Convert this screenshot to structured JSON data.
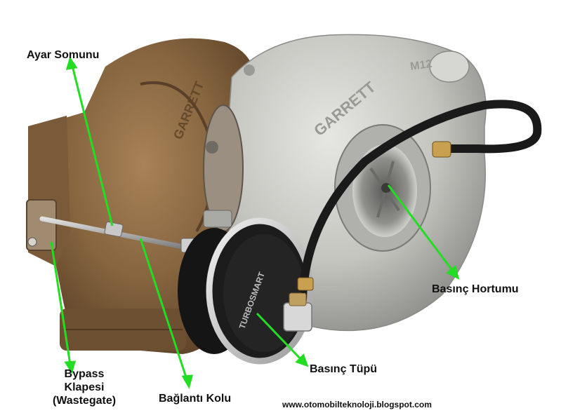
{
  "labels": {
    "ayar_somunu": "Ayar Somunu",
    "basinc_hortumu": "Basınç Hortumu",
    "basinc_tupu": "Basınç Tüpü",
    "baglanti_kolu": "Bağlantı Kolu",
    "bypass_line1": "Bypass",
    "bypass_line2": "Klapesi",
    "bypass_line3": "(Wastegate)"
  },
  "housing_text": {
    "brand_turbine": "GARRETT",
    "brand_compressor": "GARRETT",
    "part_mark": "M12",
    "actuator_brand": "TURBOSMART"
  },
  "website": "www.otomobilteknoloji.blogspot.com",
  "colors": {
    "leader_line": "#22dd22",
    "turbine_rust": "#8a6a45",
    "compressor_alloy": "#c8c8c4",
    "actuator_body": "#1a1a1a"
  }
}
